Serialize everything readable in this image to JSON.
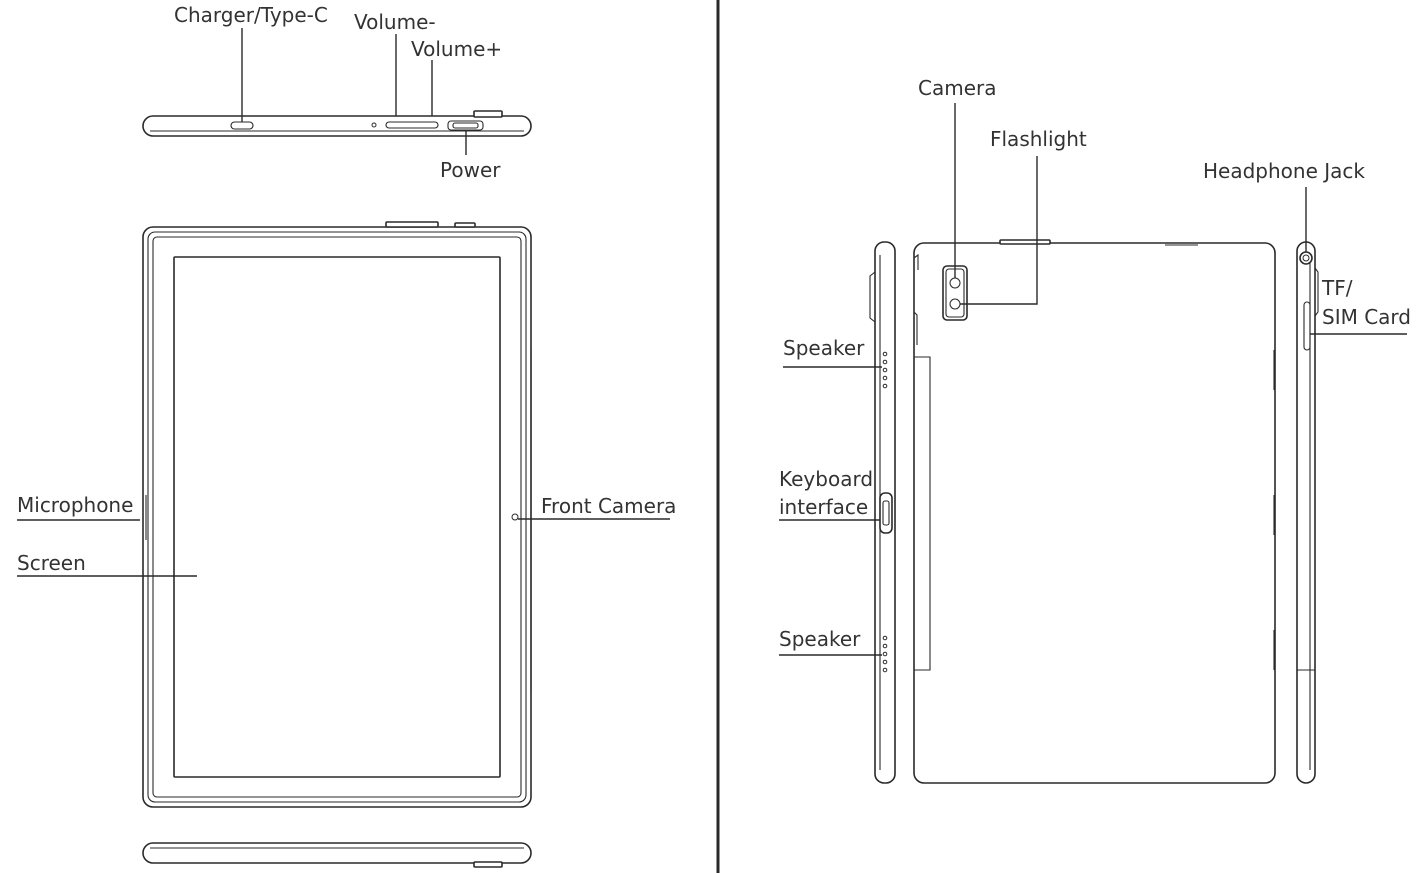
{
  "labels": {
    "charger": "Charger/Type-C",
    "volume_minus": "Volume-",
    "volume_plus": "Volume+",
    "power": "Power",
    "microphone": "Microphone",
    "screen": "Screen",
    "front_camera": "Front Camera",
    "camera": "Camera",
    "flashlight": "Flashlight",
    "headphone_jack": "Headphone Jack",
    "tf_card_line1": "TF/",
    "tf_card_line2": "SIM Card",
    "speaker_top": "Speaker",
    "keyboard_line1": "Keyboard",
    "keyboard_line2": "interface",
    "speaker_bottom": "Speaker"
  }
}
